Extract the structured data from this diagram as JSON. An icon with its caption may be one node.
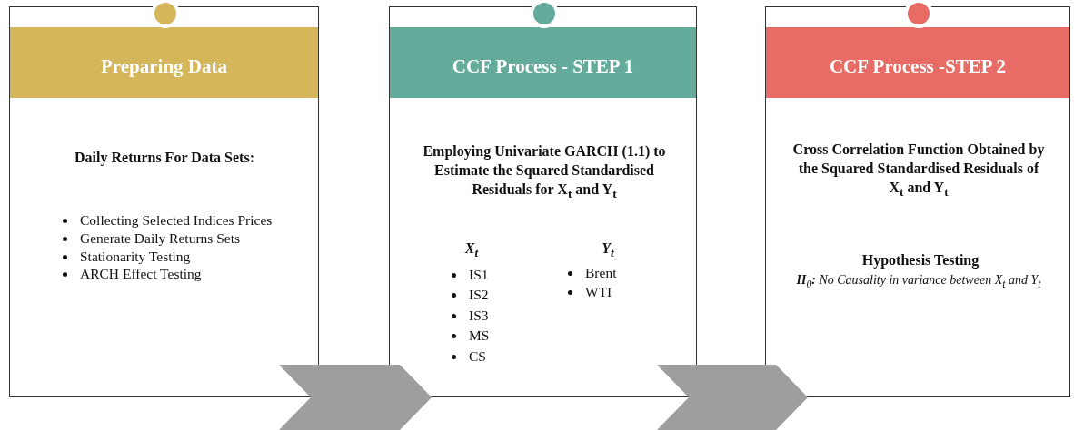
{
  "diagram": {
    "nodes": [
      {
        "text": [
          "Daily Returns For Data Sets:",
          "Collecting Selected Indices Prices",
          "Generate Daily Returns Sets",
          "Stationarity Testing",
          "ARCH Effect Testing"
        ]
      },
      {
        "text": [
          "Preparing Data"
        ],
        "in": 0
      },
      {
        "text": [
          "Employing Univariate GARCH (1.1) to Estimate the Squared Standardised Residuals for X$_{t}$ and Y$_{t}$",
          "X$_{t}$",
          "IS1",
          "IS2",
          "IS3",
          "MS",
          "CS",
          "Y$_{t}$",
          "Brent",
          "WTI"
        ]
      },
      {
        "text": [
          "CCF Process - STEP 1"
        ],
        "in": 2
      },
      {
        "text": [
          "Cross Correlation Function Obtained by the Squared Standardised Residuals of X$_{t}$ and Y$_{t}$",
          "Hypothesis Testing",
          "**H**$_{0}$**:** No Causality in variance between X$_{t}$ and Y$_{t}$"
        ]
      },
      {
        "text": [
          "CCF Process -STEP 2"
        ],
        "in": 4
      }
    ],
    "edges": [
      {
        "from": 0,
        "to": 2,
        "arrow": "to"
      },
      {
        "from": 2,
        "to": 4,
        "arrow": "to"
      }
    ]
  }
}
